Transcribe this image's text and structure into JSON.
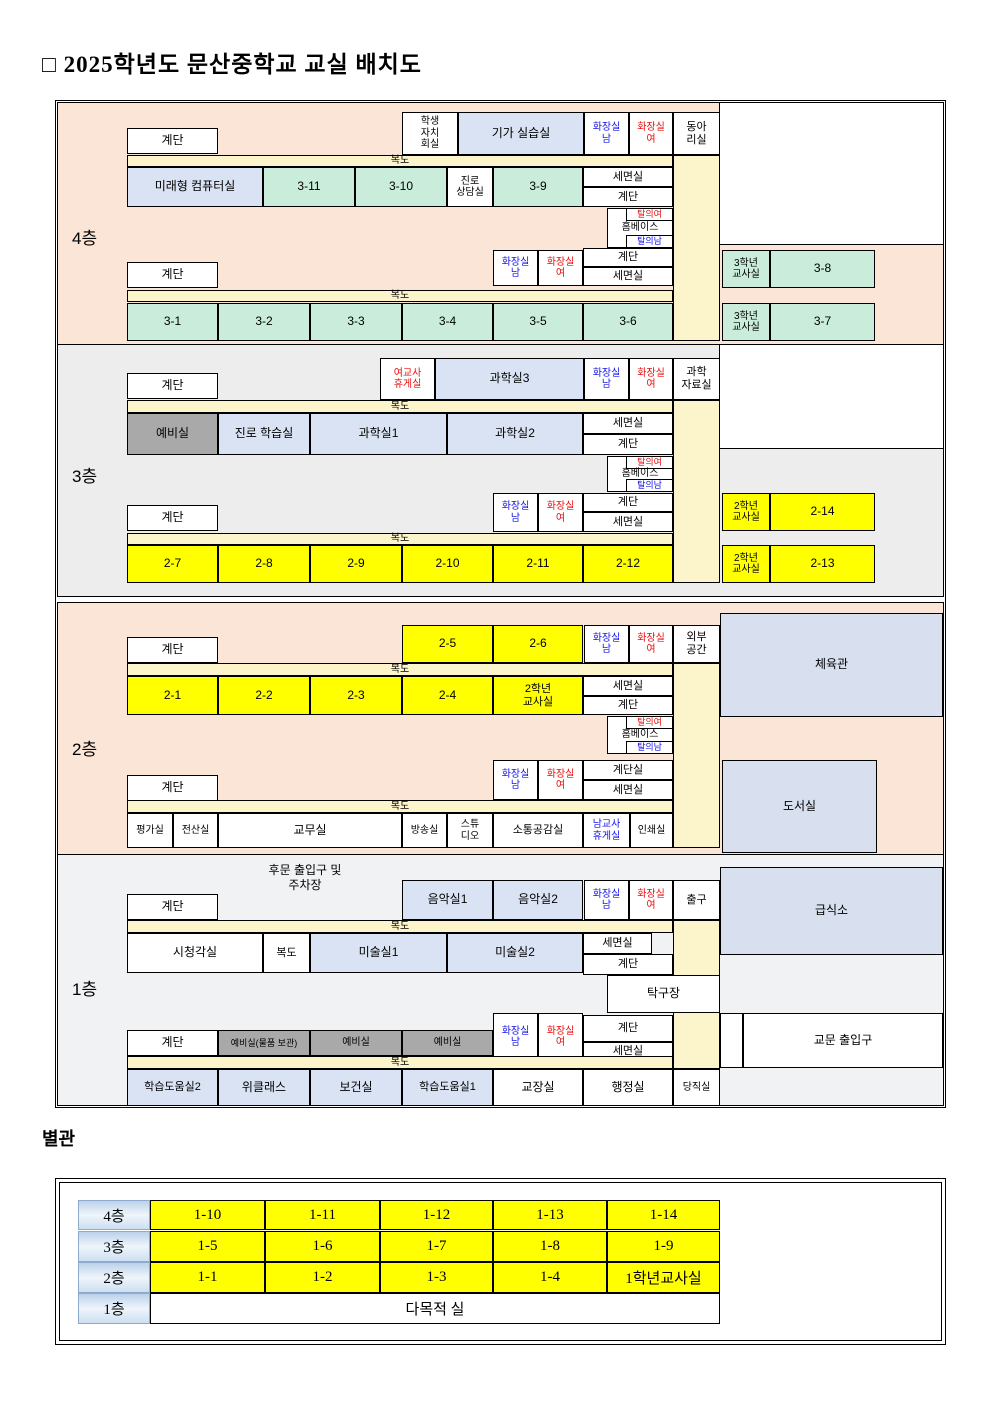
{
  "title": "□ 2025학년도 문산중학교 교실 배치도",
  "common": {
    "corridor": "복도",
    "stairs": "계단",
    "stairs_room": "계단실",
    "washroom": "세면실",
    "toilet_male": "화장실\n남",
    "toilet_female": "화장실\n여",
    "dressing_female": "탈의여",
    "dressing_male": "탈의남",
    "homebase": "홈베이스",
    "spare_room": "예비실"
  },
  "floor4": {
    "label": "4층",
    "student_council": "학생\n자치\n회실",
    "giga_lab": "기가 실습실",
    "club_room": "동아\n리실",
    "future_computer_lab": "미래형 컴퓨터실",
    "career_counsel": "진로\n상담실",
    "grade3_teachers": "3학년\n교사실",
    "r3_1": "3-1",
    "r3_2": "3-2",
    "r3_3": "3-3",
    "r3_4": "3-4",
    "r3_5": "3-5",
    "r3_6": "3-6",
    "r3_7": "3-7",
    "r3_8": "3-8",
    "r3_9": "3-9",
    "r3_10": "3-10",
    "r3_11": "3-11"
  },
  "floor3": {
    "label": "3층",
    "female_teacher_lounge": "여교사\n휴게실",
    "science1": "과학실1",
    "science2": "과학실2",
    "science3": "과학실3",
    "science_data": "과학\n자료실",
    "career_study": "진로 학습실",
    "grade2_teachers": "2학년\n교사실",
    "r2_7": "2-7",
    "r2_8": "2-8",
    "r2_9": "2-9",
    "r2_10": "2-10",
    "r2_11": "2-11",
    "r2_12": "2-12",
    "r2_13": "2-13",
    "r2_14": "2-14"
  },
  "floor2": {
    "label": "2층",
    "r2_1": "2-1",
    "r2_2": "2-2",
    "r2_3": "2-3",
    "r2_4": "2-4",
    "r2_5": "2-5",
    "r2_6": "2-6",
    "grade2_teachers": "2학년\n교사실",
    "outside_space": "외부\n공간",
    "gym": "체육관",
    "library": "도서실",
    "eval_room": "평가실",
    "it_room": "전산실",
    "teachers_room": "교무실",
    "broadcast_room": "방송실",
    "studio": "스튜\n디오",
    "communication_room": "소통공감실",
    "male_teacher_lounge": "남교사\n휴게실",
    "print_room": "인쇄실"
  },
  "floor1": {
    "label": "1층",
    "rear_gate": "후문 출입구 및\n주차장",
    "music1": "음악실1",
    "music2": "음악실2",
    "exit": "출구",
    "cafeteria": "급식소",
    "av_room": "시청각실",
    "art1": "미술실1",
    "art2": "미술실2",
    "table_tennis": "탁구장",
    "spare_storage": "예비실(물품 보관)",
    "study_help2": "학습도움실2",
    "study_help1": "학습도움실1",
    "wee_class": "위클래스",
    "health_room": "보건실",
    "principal_office": "교장실",
    "admin_office": "행정실",
    "duty_room": "당직실",
    "main_gate": "교문 출입구"
  },
  "annex": {
    "title": "별관",
    "rows": [
      {
        "floor": "4층",
        "cells": [
          "1-10",
          "1-11",
          "1-12",
          "1-13",
          "1-14"
        ]
      },
      {
        "floor": "3층",
        "cells": [
          "1-5",
          "1-6",
          "1-7",
          "1-8",
          "1-9"
        ]
      },
      {
        "floor": "2층",
        "cells": [
          "1-1",
          "1-2",
          "1-3",
          "1-4",
          "1학년교사실"
        ]
      },
      {
        "floor": "1층",
        "cells": [
          "다목적 실"
        ]
      }
    ]
  }
}
